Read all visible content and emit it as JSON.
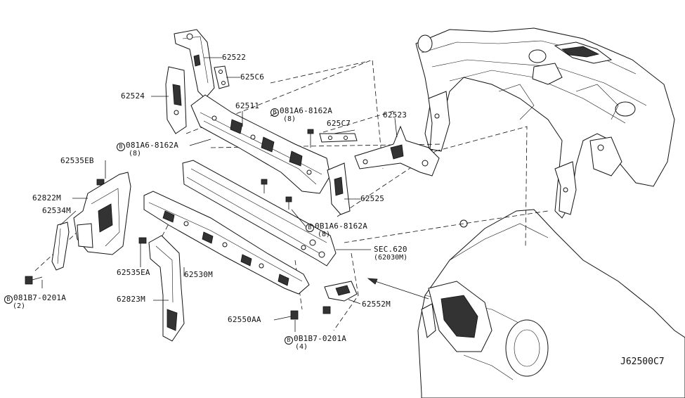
{
  "labels": {
    "p62522": "62522",
    "p625C6": "625C6",
    "p62524": "62524",
    "p62511": "62511",
    "bolt_a_top": "081A6-8162A",
    "bolt_a_top_qty": "(8)",
    "p625C7": "625C7",
    "p62523": "62523",
    "bolt_a_left": "081A6-8162A",
    "bolt_a_left_qty": "(8)",
    "p62535EB": "62535EB",
    "p62822M": "62822M",
    "p62534M": "62534M",
    "p62525": "62525",
    "bolt_a_mid": "0B1A6-8162A",
    "bolt_a_mid_qty": "(8)",
    "sec620": "SEC.620",
    "sec620_sub": "(62030M)",
    "p62535EA": "62535EA",
    "p62530M": "62530M",
    "bolt_b_left": "081B7-0201A",
    "bolt_b_left_qty": "(2)",
    "p62823M": "62823M",
    "p62552M": "62552M",
    "p62550AA": "62550AA",
    "bolt_b_bottom": "0B1B7-0201A",
    "bolt_b_bottom_qty": "(4)",
    "bolt_symbol": "B",
    "diagram_ref": "J62500C7"
  }
}
